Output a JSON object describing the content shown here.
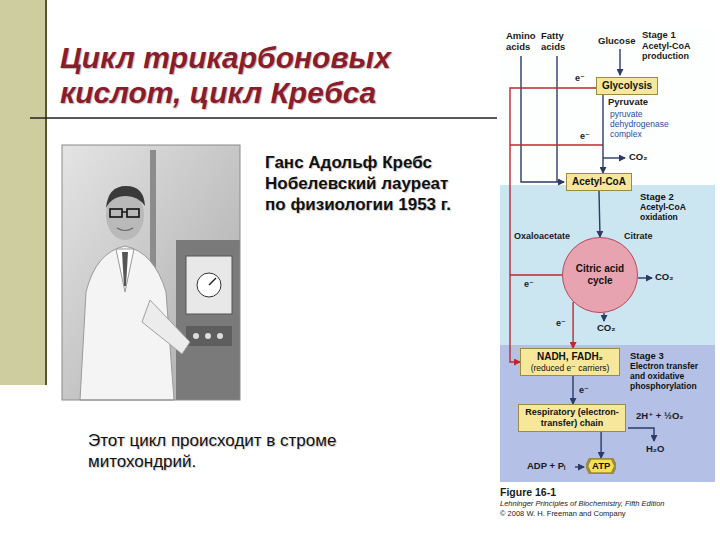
{
  "diagram": {
    "title": "Цикл трикарбоновых кислот, цикл Кребса",
    "nodes": [
      {
        "text": [
          "Glycolysis"
        ]
      },
      {
        "text": [
          "Acetyl-CoA"
        ]
      },
      {
        "text": [
          "Stage 2",
          "Acetyl-CoA oxidation"
        ]
      },
      {
        "text": [
          "Citric acid cycle"
        ],
        "in": 2
      },
      {
        "text": [
          "Stage 3",
          "Electron transfer and oxidative phosphorylation"
        ]
      },
      {
        "text": [
          "NADH, FADH₂",
          "(reduced e⁻ carriers)"
        ],
        "in": 4
      },
      {
        "text": [
          "Respiratory (electron-transfer) chain"
        ],
        "in": 4
      },
      {
        "text": [
          "ATP"
        ],
        "in": 4
      }
    ],
    "edges": [
      {
        "from": 0,
        "to": 1,
        "arrow": "to"
      },
      {
        "from": 1,
        "to": 3,
        "arrow": "to"
      },
      {
        "from": 0,
        "to": 5,
        "arrow": "to"
      },
      {
        "from": 3,
        "to": 5,
        "arrow": "to"
      },
      {
        "from": 5,
        "to": 6,
        "arrow": "to"
      },
      {
        "from": 6,
        "to": 7,
        "arrow": "to"
      }
    ],
    "labels": [
      "Ганс Адольф Кребс Нобелевский лауреат по физиологии 1953 г.",
      "Этот цикл происходит в строме митохондрий.",
      "Amino acids",
      "Fatty acids",
      "Glucose",
      "Stage 1",
      "Acetyl-CoA production",
      "e⁻",
      "Pyruvate",
      "pyruvate dehydrogenase complex",
      "e⁻",
      "CO₂",
      "Oxaloacetate",
      "Citrate",
      "e⁻",
      "CO₂",
      "e⁻",
      "CO₂",
      "e⁻",
      "2H⁺ + ½O₂",
      "H₂O",
      "ADP + Pᵢ",
      "Figure 16-1",
      "Lehninger Principles of Biochemistry, Fifth Edition",
      "© 2008 W. H. Freeman and Company"
    ]
  }
}
